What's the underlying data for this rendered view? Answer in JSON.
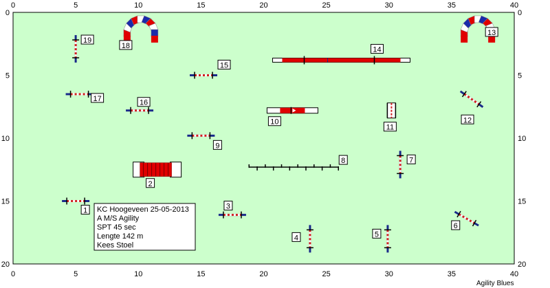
{
  "chart_data": {
    "type": "diagram",
    "x_range": [
      0,
      40
    ],
    "y_range": [
      0,
      20
    ],
    "x_ticks": [
      "0",
      "5",
      "10",
      "15",
      "20",
      "25",
      "30",
      "35",
      "40"
    ],
    "y_ticks": [
      "0",
      "5",
      "10",
      "15",
      "20"
    ],
    "field_color": "#ccffcc",
    "obstacles": [
      {
        "label": "1",
        "type": "jump",
        "x": 5.0,
        "y": 15.0,
        "angle": 0
      },
      {
        "label": "2",
        "type": "tunnel",
        "x": 11.5,
        "y": 12.5,
        "angle": 0
      },
      {
        "label": "3",
        "type": "jump",
        "x": 17.5,
        "y": 16.1,
        "angle": 0
      },
      {
        "label": "4",
        "type": "jump",
        "x": 23.7,
        "y": 18.0,
        "angle": 90
      },
      {
        "label": "5",
        "type": "jump",
        "x": 29.9,
        "y": 18.0,
        "angle": 90
      },
      {
        "label": "6",
        "type": "jump",
        "x": 36.2,
        "y": 16.4,
        "angle": 30
      },
      {
        "label": "7",
        "type": "jump",
        "x": 30.9,
        "y": 12.1,
        "angle": 90
      },
      {
        "label": "8",
        "type": "weave",
        "x": 22.4,
        "y": 12.3,
        "angle": 0
      },
      {
        "label": "9",
        "type": "jump",
        "x": 15.0,
        "y": 9.8,
        "angle": 0
      },
      {
        "label": "10",
        "type": "table",
        "x": 22.3,
        "y": 7.8,
        "angle": 0
      },
      {
        "label": "11",
        "type": "tire",
        "x": 30.2,
        "y": 7.8,
        "angle": 0
      },
      {
        "label": "12",
        "type": "jump",
        "x": 36.6,
        "y": 6.9,
        "angle": 35
      },
      {
        "label": "13",
        "type": "arch",
        "x": 37.1,
        "y": 1.2,
        "angle": 0
      },
      {
        "label": "14",
        "type": "dogwalk",
        "x": 26.2,
        "y": 3.8,
        "angle": 0
      },
      {
        "label": "15",
        "type": "jump",
        "x": 15.2,
        "y": 5.0,
        "angle": 0
      },
      {
        "label": "16",
        "type": "jump",
        "x": 10.1,
        "y": 7.8,
        "angle": 0
      },
      {
        "label": "17",
        "type": "jump",
        "x": 5.3,
        "y": 6.5,
        "angle": 0
      },
      {
        "label": "18",
        "type": "arch",
        "x": 10.2,
        "y": 1.2,
        "angle": 0
      },
      {
        "label": "19",
        "type": "jump",
        "x": 5.0,
        "y": 2.9,
        "angle": 90
      }
    ],
    "info_lines": [
      "KC Hoogeveen 25-05-2013",
      "A M/S Agility",
      "SPT 45 sec",
      "Lengte 142 m",
      "Kees Stoel"
    ],
    "credit": "Agility Blues"
  }
}
